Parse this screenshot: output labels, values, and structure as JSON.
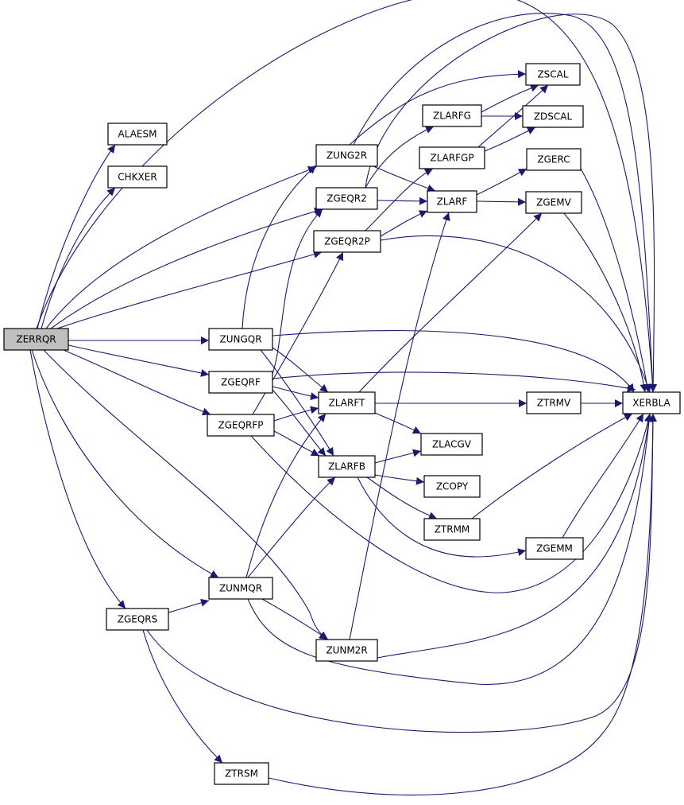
{
  "graph": {
    "nodes": [
      {
        "id": "ZERRQR",
        "label": "ZERRQR",
        "root": true
      },
      {
        "id": "ALAESM",
        "label": "ALAESM"
      },
      {
        "id": "CHKXER",
        "label": "CHKXER"
      },
      {
        "id": "ZUNG2R",
        "label": "ZUNG2R"
      },
      {
        "id": "ZGEQR2",
        "label": "ZGEQR2"
      },
      {
        "id": "ZGEQR2P",
        "label": "ZGEQR2P"
      },
      {
        "id": "ZUNGQR",
        "label": "ZUNGQR"
      },
      {
        "id": "ZGEQRF",
        "label": "ZGEQRF"
      },
      {
        "id": "ZGEQRFP",
        "label": "ZGEQRFP"
      },
      {
        "id": "ZUNMQR",
        "label": "ZUNMQR"
      },
      {
        "id": "ZGEQRS",
        "label": "ZGEQRS"
      },
      {
        "id": "ZTRSM",
        "label": "ZTRSM"
      },
      {
        "id": "ZUNM2R",
        "label": "ZUNM2R"
      },
      {
        "id": "ZLARFG",
        "label": "ZLARFG"
      },
      {
        "id": "ZLARFGP",
        "label": "ZLARFGP"
      },
      {
        "id": "ZLARF",
        "label": "ZLARF"
      },
      {
        "id": "ZLARFT",
        "label": "ZLARFT"
      },
      {
        "id": "ZLARFB",
        "label": "ZLARFB"
      },
      {
        "id": "ZSCAL",
        "label": "ZSCAL"
      },
      {
        "id": "ZDSCAL",
        "label": "ZDSCAL"
      },
      {
        "id": "ZGERC",
        "label": "ZGERC"
      },
      {
        "id": "ZGEMV",
        "label": "ZGEMV"
      },
      {
        "id": "ZTRMV",
        "label": "ZTRMV"
      },
      {
        "id": "ZLACGV",
        "label": "ZLACGV"
      },
      {
        "id": "ZCOPY",
        "label": "ZCOPY"
      },
      {
        "id": "ZTRMM",
        "label": "ZTRMM"
      },
      {
        "id": "ZGEMM",
        "label": "ZGEMM"
      },
      {
        "id": "XERBLA",
        "label": "XERBLA"
      }
    ],
    "edges": [
      [
        "ZERRQR",
        "ALAESM"
      ],
      [
        "ZERRQR",
        "CHKXER"
      ],
      [
        "ZERRQR",
        "ZUNG2R"
      ],
      [
        "ZERRQR",
        "ZGEQR2"
      ],
      [
        "ZERRQR",
        "ZGEQR2P"
      ],
      [
        "ZERRQR",
        "ZUNGQR"
      ],
      [
        "ZERRQR",
        "ZGEQRF"
      ],
      [
        "ZERRQR",
        "ZGEQRFP"
      ],
      [
        "ZERRQR",
        "ZUNMQR"
      ],
      [
        "ZERRQR",
        "ZGEQRS"
      ],
      [
        "ZERRQR",
        "ZUNM2R"
      ],
      [
        "ZERRQR",
        "XERBLA"
      ],
      [
        "ZUNG2R",
        "ZSCAL"
      ],
      [
        "ZUNG2R",
        "ZLARF"
      ],
      [
        "ZUNG2R",
        "XERBLA"
      ],
      [
        "ZGEQR2",
        "ZLARFG"
      ],
      [
        "ZGEQR2",
        "ZLARF"
      ],
      [
        "ZGEQR2",
        "XERBLA"
      ],
      [
        "ZGEQR2P",
        "ZLARFGP"
      ],
      [
        "ZGEQR2P",
        "ZLARF"
      ],
      [
        "ZGEQR2P",
        "XERBLA"
      ],
      [
        "ZUNGQR",
        "ZUNG2R"
      ],
      [
        "ZUNGQR",
        "ZLARFT"
      ],
      [
        "ZUNGQR",
        "ZLARFB"
      ],
      [
        "ZUNGQR",
        "XERBLA"
      ],
      [
        "ZGEQRF",
        "ZGEQR2"
      ],
      [
        "ZGEQRF",
        "ZLARFT"
      ],
      [
        "ZGEQRF",
        "ZLARFB"
      ],
      [
        "ZGEQRF",
        "XERBLA"
      ],
      [
        "ZGEQRFP",
        "ZGEQR2P"
      ],
      [
        "ZGEQRFP",
        "ZLARFT"
      ],
      [
        "ZGEQRFP",
        "ZLARFB"
      ],
      [
        "ZGEQRFP",
        "XERBLA"
      ],
      [
        "ZUNMQR",
        "ZLARFT"
      ],
      [
        "ZUNMQR",
        "ZLARFB"
      ],
      [
        "ZUNMQR",
        "ZUNM2R"
      ],
      [
        "ZUNMQR",
        "XERBLA"
      ],
      [
        "ZGEQRS",
        "ZUNMQR"
      ],
      [
        "ZGEQRS",
        "ZTRSM"
      ],
      [
        "ZGEQRS",
        "XERBLA"
      ],
      [
        "ZTRSM",
        "XERBLA"
      ],
      [
        "ZUNM2R",
        "ZLARF"
      ],
      [
        "ZUNM2R",
        "XERBLA"
      ],
      [
        "ZLARFG",
        "ZSCAL"
      ],
      [
        "ZLARFG",
        "ZDSCAL"
      ],
      [
        "ZLARFGP",
        "ZSCAL"
      ],
      [
        "ZLARFGP",
        "ZDSCAL"
      ],
      [
        "ZLARF",
        "ZGERC"
      ],
      [
        "ZLARF",
        "ZGEMV"
      ],
      [
        "ZLARFT",
        "ZGEMV"
      ],
      [
        "ZLARFT",
        "ZTRMV"
      ],
      [
        "ZLARFT",
        "ZLACGV"
      ],
      [
        "ZLARFB",
        "ZLACGV"
      ],
      [
        "ZLARFB",
        "ZCOPY"
      ],
      [
        "ZLARFB",
        "ZTRMM"
      ],
      [
        "ZLARFB",
        "ZGEMM"
      ],
      [
        "ZGERC",
        "XERBLA"
      ],
      [
        "ZGEMV",
        "XERBLA"
      ],
      [
        "ZTRMV",
        "XERBLA"
      ],
      [
        "ZTRMM",
        "XERBLA"
      ],
      [
        "ZGEMM",
        "XERBLA"
      ]
    ]
  }
}
